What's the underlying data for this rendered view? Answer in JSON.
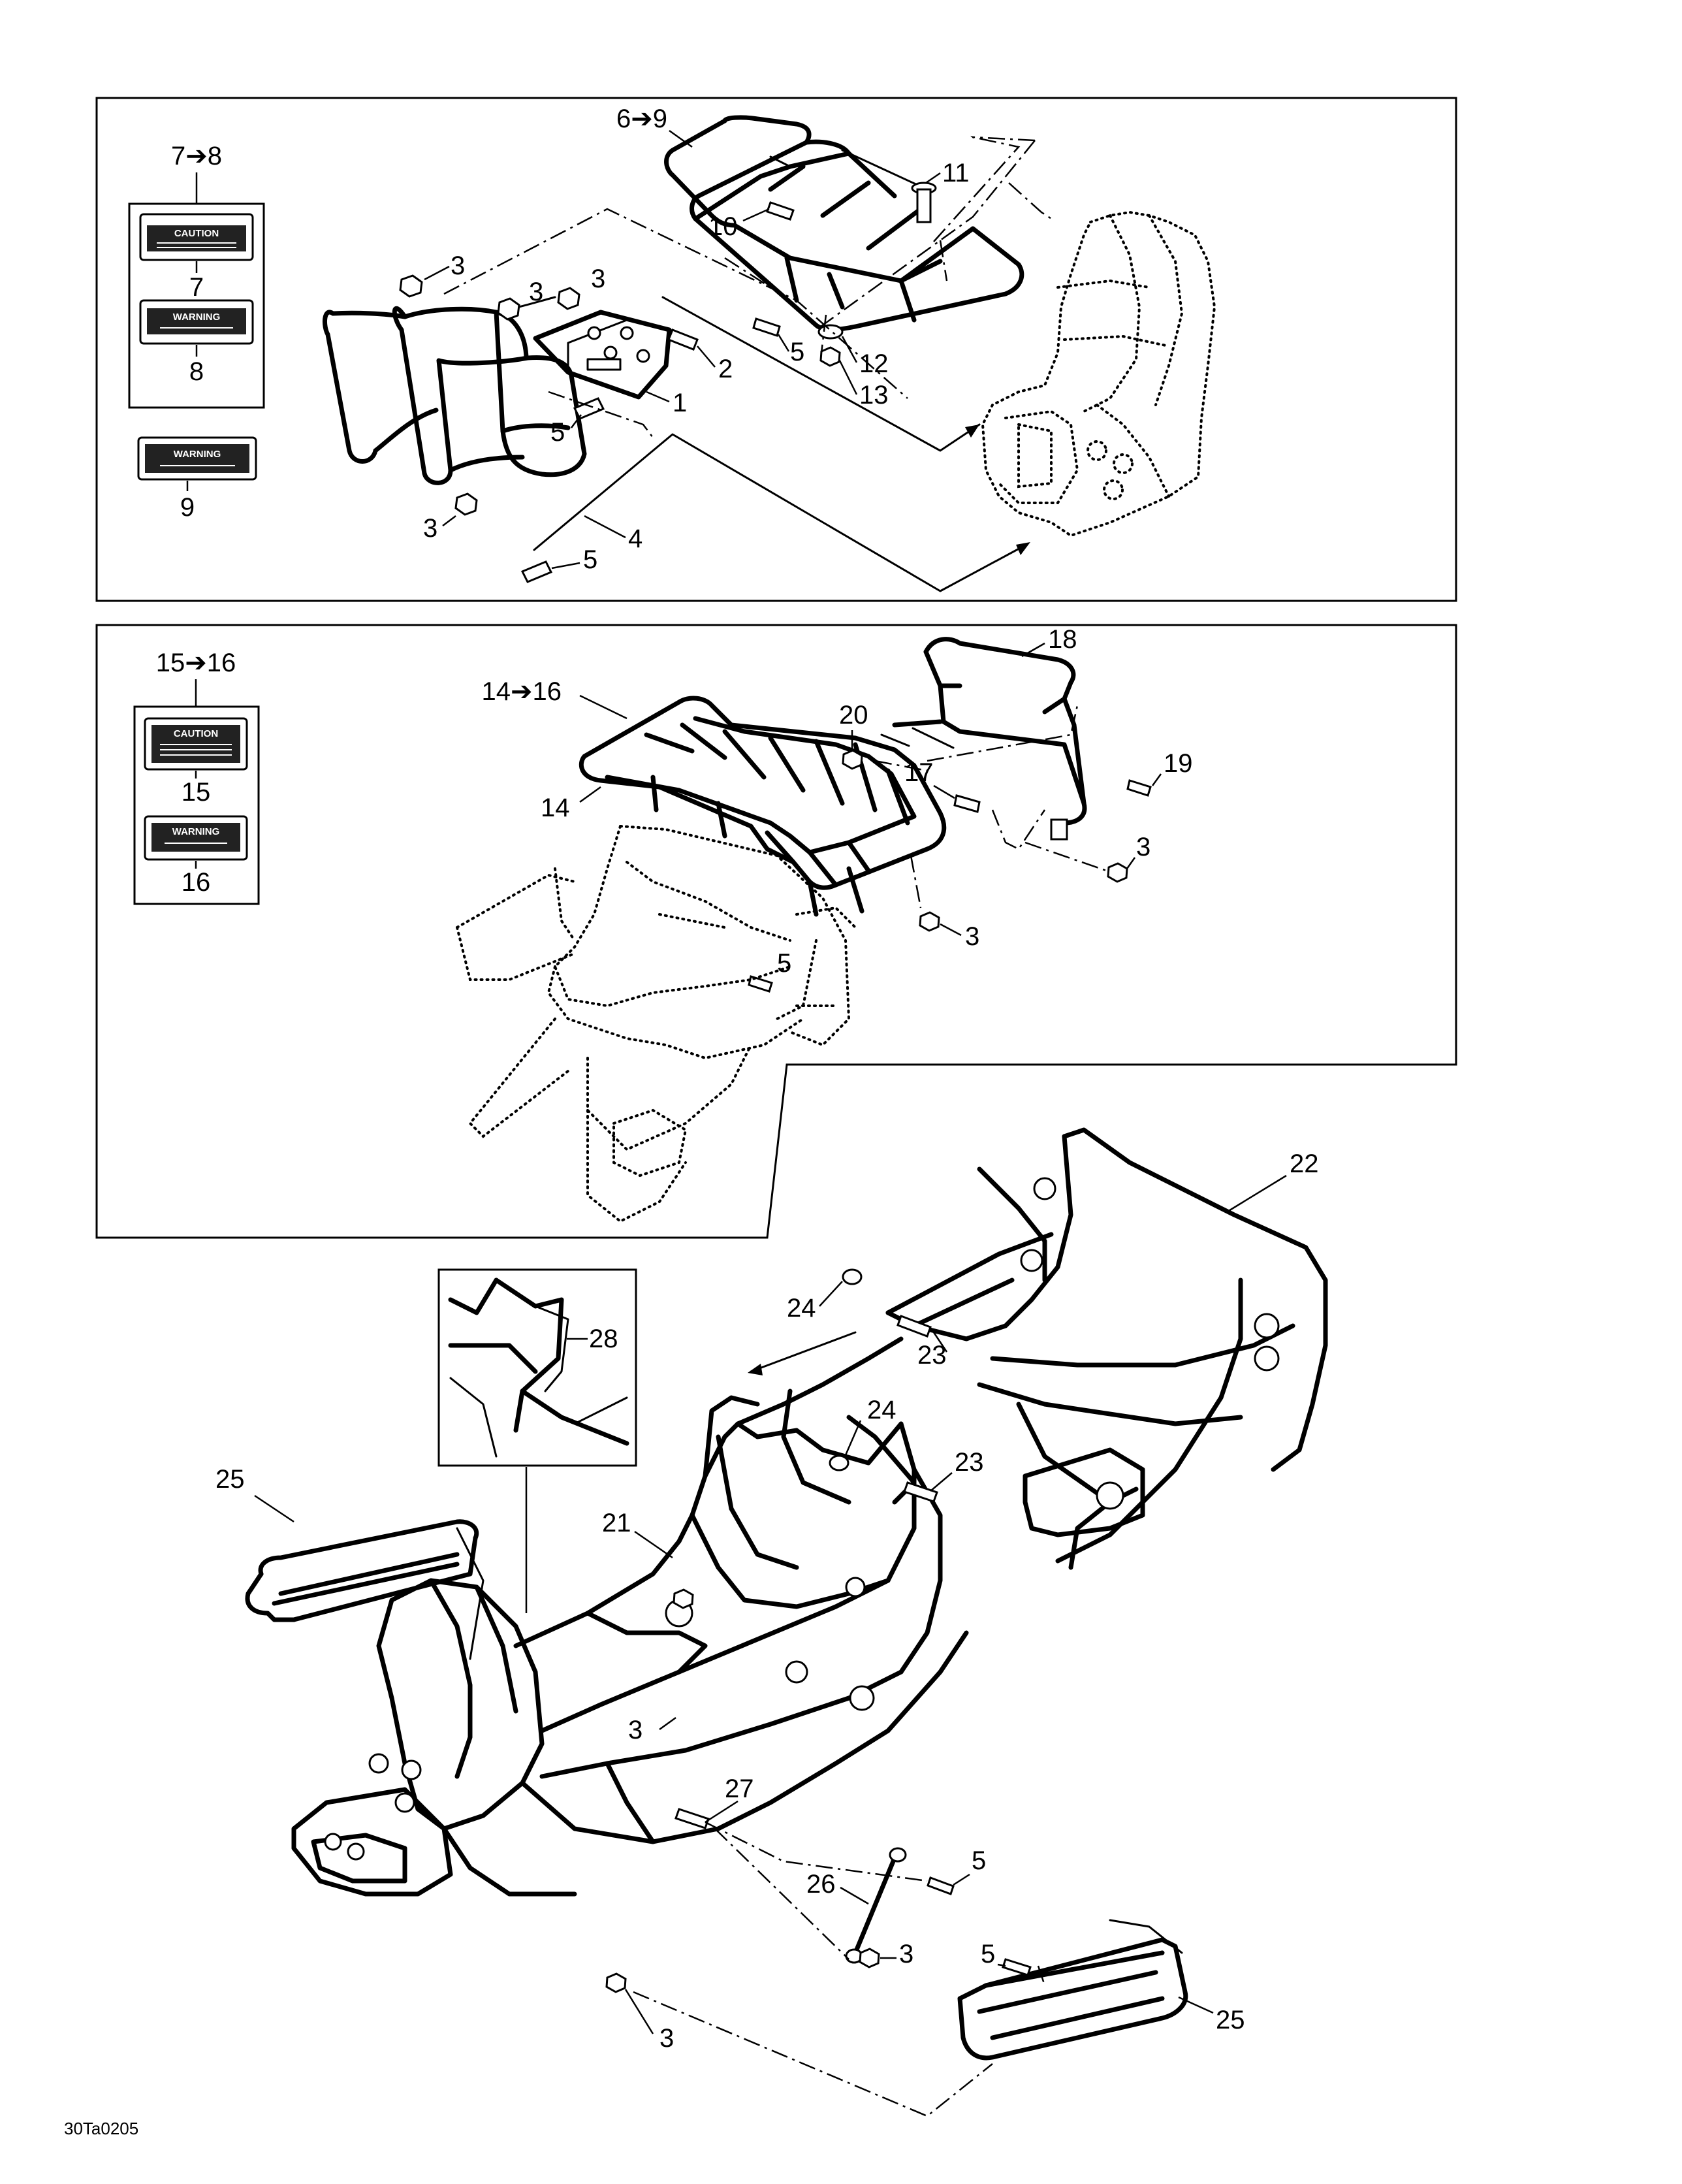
{
  "labels": {
    "l7_8": "7➔8",
    "l6_9": "6➔9",
    "l15_16": "15➔16",
    "l14_16": "14➔16",
    "n1": "1",
    "n2": "2",
    "n3": "3",
    "n4": "4",
    "n5": "5",
    "n7": "7",
    "n8": "8",
    "n9": "9",
    "n10": "10",
    "n11": "11",
    "n12": "12",
    "n13": "13",
    "n14": "14",
    "n15": "15",
    "n16": "16",
    "n17": "17",
    "n18": "18",
    "n19": "19",
    "n20": "20",
    "n21": "21",
    "n22": "22",
    "n23": "23",
    "n24": "24",
    "n25": "25",
    "n26": "26",
    "n27": "27",
    "n28": "28"
  },
  "drawing_code": "30Ta0205",
  "decals": {
    "caution": "CAUTION",
    "warning": "WARNING"
  }
}
